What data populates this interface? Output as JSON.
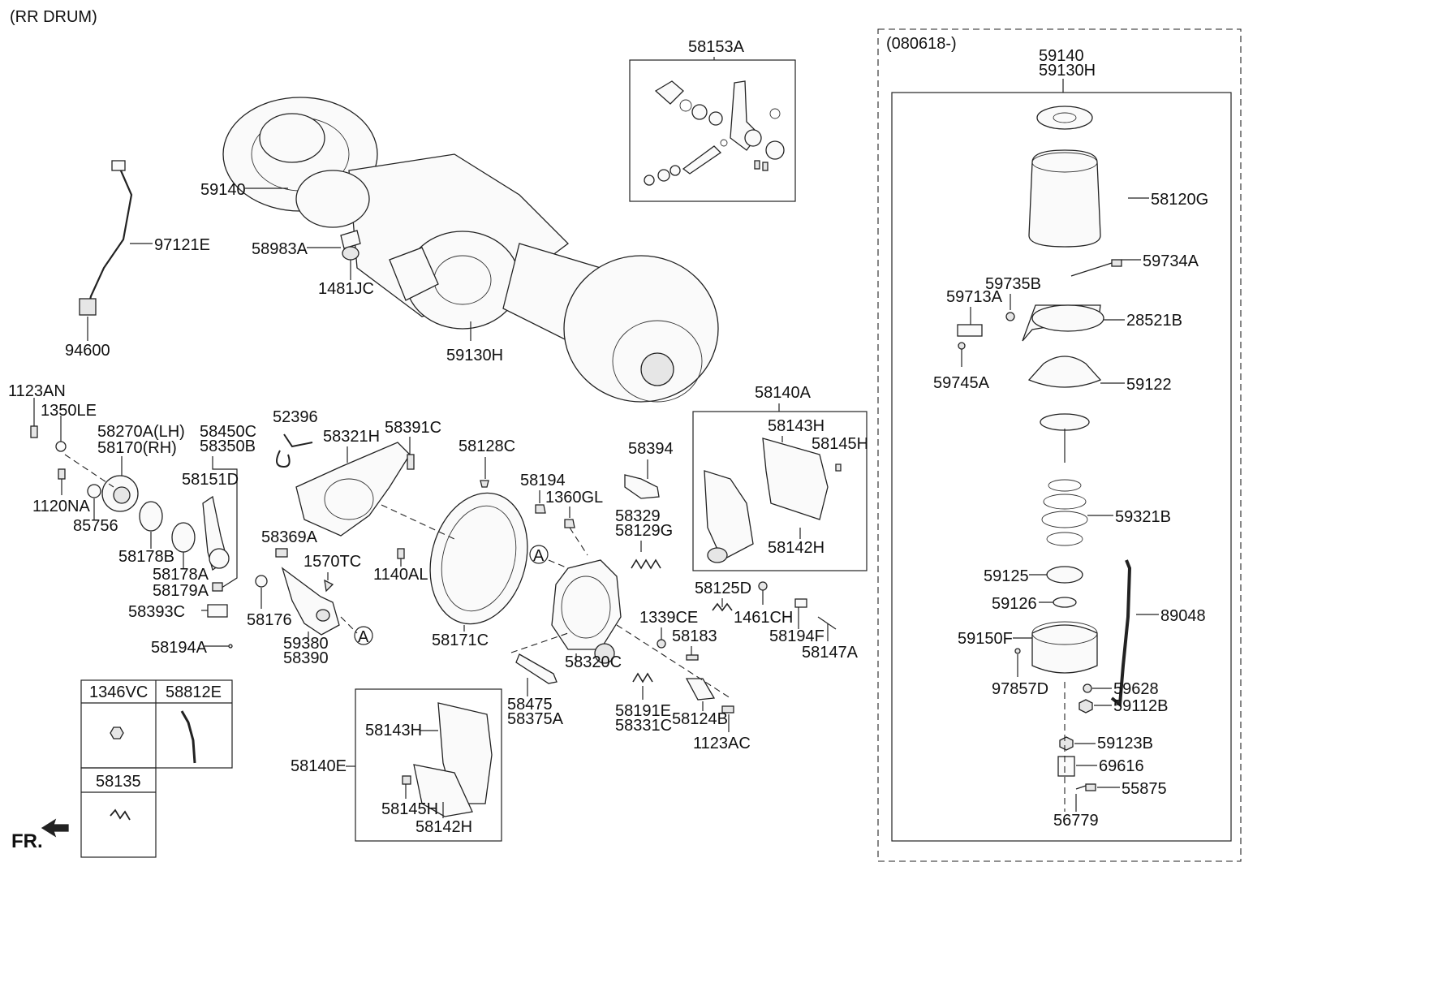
{
  "header": {
    "title": "(RR DRUM)"
  },
  "variant_box": {
    "title": "(080618-)"
  },
  "direction": {
    "label": "FR."
  },
  "callouts": {
    "c1": "59140",
    "c2": "97121E",
    "c3": "94600",
    "c4": "58983A",
    "c5": "1481JC",
    "c6": "59130H",
    "c7": "58153A",
    "c8": "1123AN",
    "c9": "1350LE",
    "c10": "58270A(LH)",
    "c11": "58170(RH)",
    "c12": "1120NA",
    "c13": "85756",
    "c14": "58178B",
    "c15": "58178A",
    "c16": "58179A",
    "c17": "58450C",
    "c18": "58350B",
    "c19": "58151D",
    "c20": "58393C",
    "c21": "58194A",
    "c22": "52396",
    "c23": "58321H",
    "c24": "58391C",
    "c25": "58369A",
    "c26": "1570TC",
    "c27": "58176",
    "c28": "59380",
    "c29": "58390",
    "c30": "A",
    "c31": "58128C",
    "c32": "1140AL",
    "c33": "58171C",
    "c34": "58194",
    "c35": "1360GL",
    "c36": "A",
    "c37": "58394",
    "c38": "58329",
    "c39": "58129G",
    "c40": "58320C",
    "c41": "58125D",
    "c42": "1461CH",
    "c43": "1339CE",
    "c44": "58183",
    "c45": "58194F",
    "c46": "58147A",
    "c47": "58475",
    "c48": "58375A",
    "c49": "58191E",
    "c50": "58331C",
    "c51": "58124B",
    "c52": "1123AC",
    "c53": "58140A",
    "c54": "58143H",
    "c55": "58145H",
    "c56": "58142H",
    "c57": "58140E",
    "c58": "58143H",
    "c59": "58145H",
    "c60": "58142H"
  },
  "legend": {
    "l1": "1346VC",
    "l2": "58812E",
    "l3": "58135"
  },
  "chamber": {
    "k1": "59140",
    "k2": "59130H",
    "k3": "58120G",
    "k4": "59734A",
    "k5": "59735B",
    "k6": "59713A",
    "k7": "28521B",
    "k8": "59745A",
    "k9": "59122",
    "k10": "59321B",
    "k11": "59125",
    "k12": "59126",
    "k13": "89048",
    "k14": "59150F",
    "k15": "97857D",
    "k16": "59628",
    "k17": "59112B",
    "k18": "59123B",
    "k19": "69616",
    "k20": "55875",
    "k21": "56779"
  }
}
